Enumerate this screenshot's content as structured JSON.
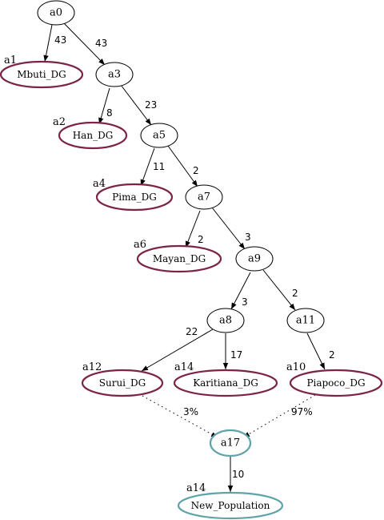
{
  "diagram": {
    "nodes": {
      "a0": "a0",
      "a3": "a3",
      "a5": "a5",
      "a7": "a7",
      "a9": "a9",
      "a8": "a8",
      "a11": "a11",
      "a17": "a17",
      "mbuti": "Mbuti_DG",
      "han": "Han_DG",
      "pima": "Pima_DG",
      "mayan": "Mayan_DG",
      "surui": "Surui_DG",
      "karitiana": "Karitiana_DG",
      "piapoco": "Piapoco_DG",
      "newpop": "New_Population"
    },
    "tags": {
      "mbuti": "a1",
      "han": "a2",
      "pima": "a4",
      "mayan": "a6",
      "surui": "a12",
      "karitiana": "a14",
      "piapoco": "a10",
      "newpop": "a14"
    },
    "edges": {
      "a0_mbuti": "43",
      "a0_a3": "43",
      "a3_han": "8",
      "a3_a5": "23",
      "a5_pima": "11",
      "a5_a7": "2",
      "a7_mayan": "2",
      "a7_a9": "3",
      "a9_a8": "3",
      "a9_a11": "2",
      "a8_surui": "22",
      "a8_karitiana": "17",
      "a11_piapoco": "2",
      "surui_a17": "3%",
      "piapoco_a17": "97%",
      "a17_newpop": "10"
    },
    "colors": {
      "leaf_outline": "#7b2446",
      "admixed_outline": "#5fa3a8",
      "internal_outline": "#000000"
    }
  }
}
